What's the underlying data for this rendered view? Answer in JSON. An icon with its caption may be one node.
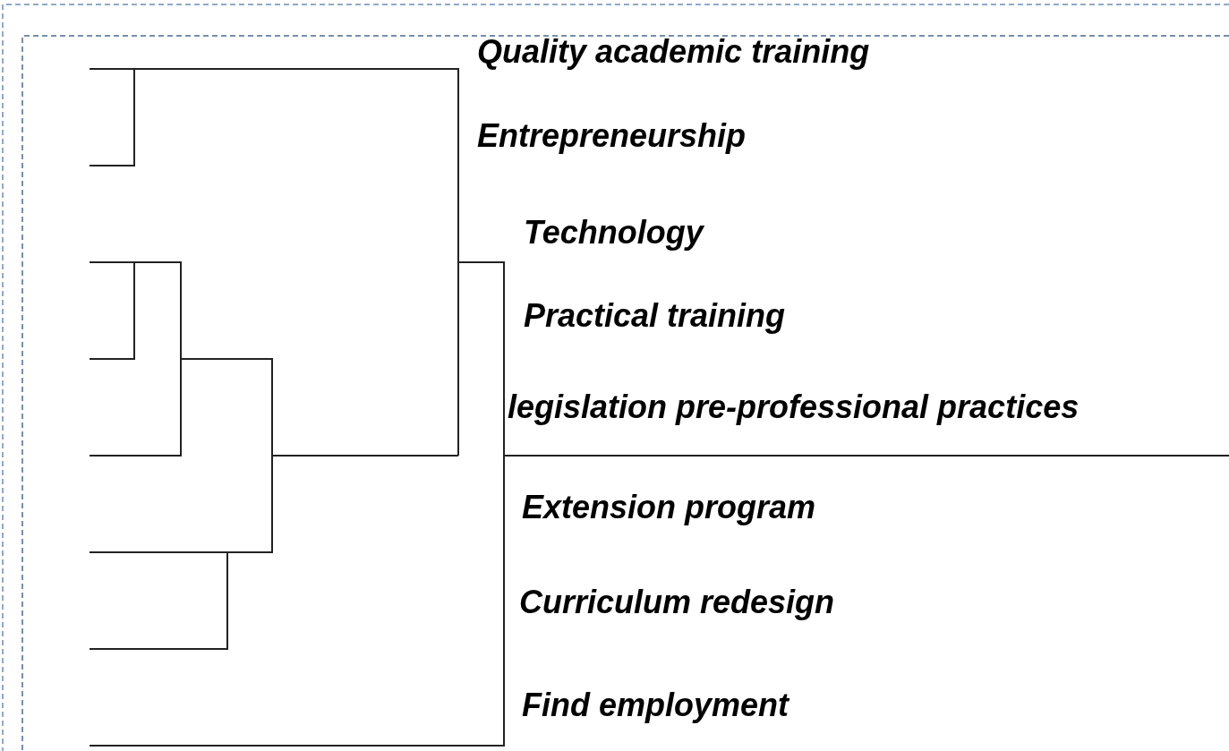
{
  "diagram": {
    "labels": [
      "Quality academic training",
      "Entrepreneurship",
      "Technology",
      "Practical training",
      "legislation pre-professional practices",
      "Extension program",
      "Curriculum redesign",
      "Find employment"
    ]
  }
}
